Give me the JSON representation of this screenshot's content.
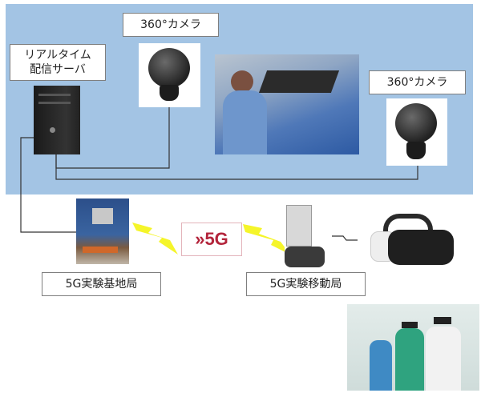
{
  "labels": {
    "camera_1": "360°カメラ",
    "camera_2": "360°カメラ",
    "server_line1": "リアルタイム",
    "server_line2": "配信サーバ",
    "base_station": "5G実験基地局",
    "mobile_station": "5G実験移動局"
  },
  "badge_5g": "»5G",
  "colors": {
    "panel": "#a3c4e4",
    "bolt": "#f5f52a",
    "badge": "#b3243b",
    "line": "#333333"
  }
}
